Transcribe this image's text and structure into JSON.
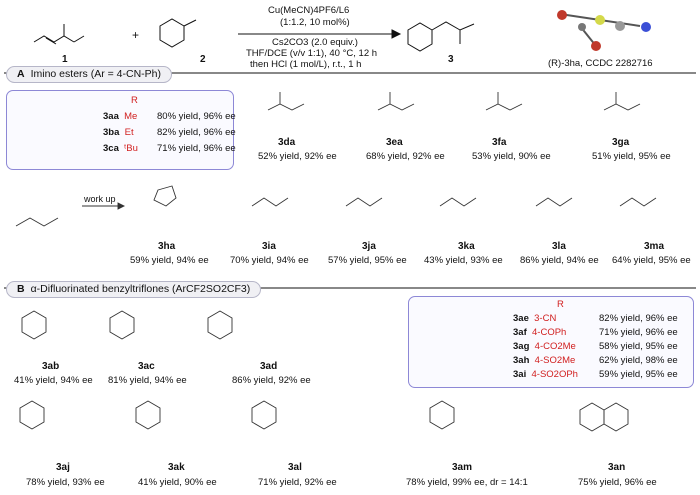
{
  "header": {
    "reactant1_label": "1",
    "reactant2_label": "2",
    "product_label": "3",
    "plus": "+",
    "cond_line1": "Cu(MeCN)4PF6/L6",
    "cond_line2": "(1:1.2, 10 mol%)",
    "cond_line3": "Cs2CO3 (2.0 equiv.)",
    "cond_line4": "THF/DCE (v/v 1:1), 40 °C, 12 h",
    "cond_line5": "then HCl (1 mol/L), r.t., 1 h",
    "xray_caption": "(R)-3ha, CCDC 2282716"
  },
  "sectionA": {
    "letter": "A",
    "title": "Imino esters (Ar = 4-CN-Ph)",
    "table_header": "R",
    "rows": [
      {
        "cpd": "3aa",
        "r": "Me",
        "result": "80% yield, 96% ee"
      },
      {
        "cpd": "3ba",
        "r": "Et",
        "result": "82% yield, 96% ee"
      },
      {
        "cpd": "3ca",
        "r": "ᵗBu",
        "result": "71% yield, 96% ee"
      }
    ],
    "compounds": [
      {
        "id": "3da",
        "result": "52% yield, 92% ee"
      },
      {
        "id": "3ea",
        "result": "68% yield, 92% ee"
      },
      {
        "id": "3fa",
        "result": "53% yield, 90% ee"
      },
      {
        "id": "3ga",
        "result": "51% yield, 95% ee"
      },
      {
        "id": "3ha",
        "result": "59% yield, 94% ee"
      },
      {
        "id": "3ia",
        "result": "70% yield, 94% ee"
      },
      {
        "id": "3ja",
        "result": "57% yield, 95% ee"
      },
      {
        "id": "3ka",
        "result": "43% yield, 93% ee"
      },
      {
        "id": "3la",
        "result": "86% yield, 94% ee"
      },
      {
        "id": "3ma",
        "result": "64% yield, 95% ee"
      }
    ],
    "workup": "work up"
  },
  "sectionB": {
    "letter": "B",
    "title": "α-Difluorinated benzyltriflones (ArCF2SO2CF3)",
    "table_header": "R",
    "rows": [
      {
        "cpd": "3ae",
        "r": "3-CN",
        "result": "82% yield, 96% ee"
      },
      {
        "cpd": "3af",
        "r": "4-COPh",
        "result": "71% yield, 96% ee"
      },
      {
        "cpd": "3ag",
        "r": "4-CO2Me",
        "result": "58% yield, 95% ee"
      },
      {
        "cpd": "3ah",
        "r": "4-SO2Me",
        "result": "62% yield, 98% ee"
      },
      {
        "cpd": "3ai",
        "r": "4-SO2OPh",
        "result": "59% yield, 95% ee"
      }
    ],
    "compounds": [
      {
        "id": "3ab",
        "result": "41% yield, 94% ee"
      },
      {
        "id": "3ac",
        "result": "81% yield, 94% ee"
      },
      {
        "id": "3ad",
        "result": "86% yield, 92% ee"
      },
      {
        "id": "3aj",
        "result": "78% yield, 93% ee"
      },
      {
        "id": "3ak",
        "result": "41% yield, 90% ee"
      },
      {
        "id": "3al",
        "result": "71% yield, 92% ee"
      },
      {
        "id": "3am",
        "result": "78% yield, 99% ee, dr = 14:1"
      },
      {
        "id": "3an",
        "result": "75% yield, 96% ee"
      }
    ]
  },
  "colors": {
    "accent": "#d12020",
    "blue": "#2020c8",
    "box": "#8d88d6"
  }
}
